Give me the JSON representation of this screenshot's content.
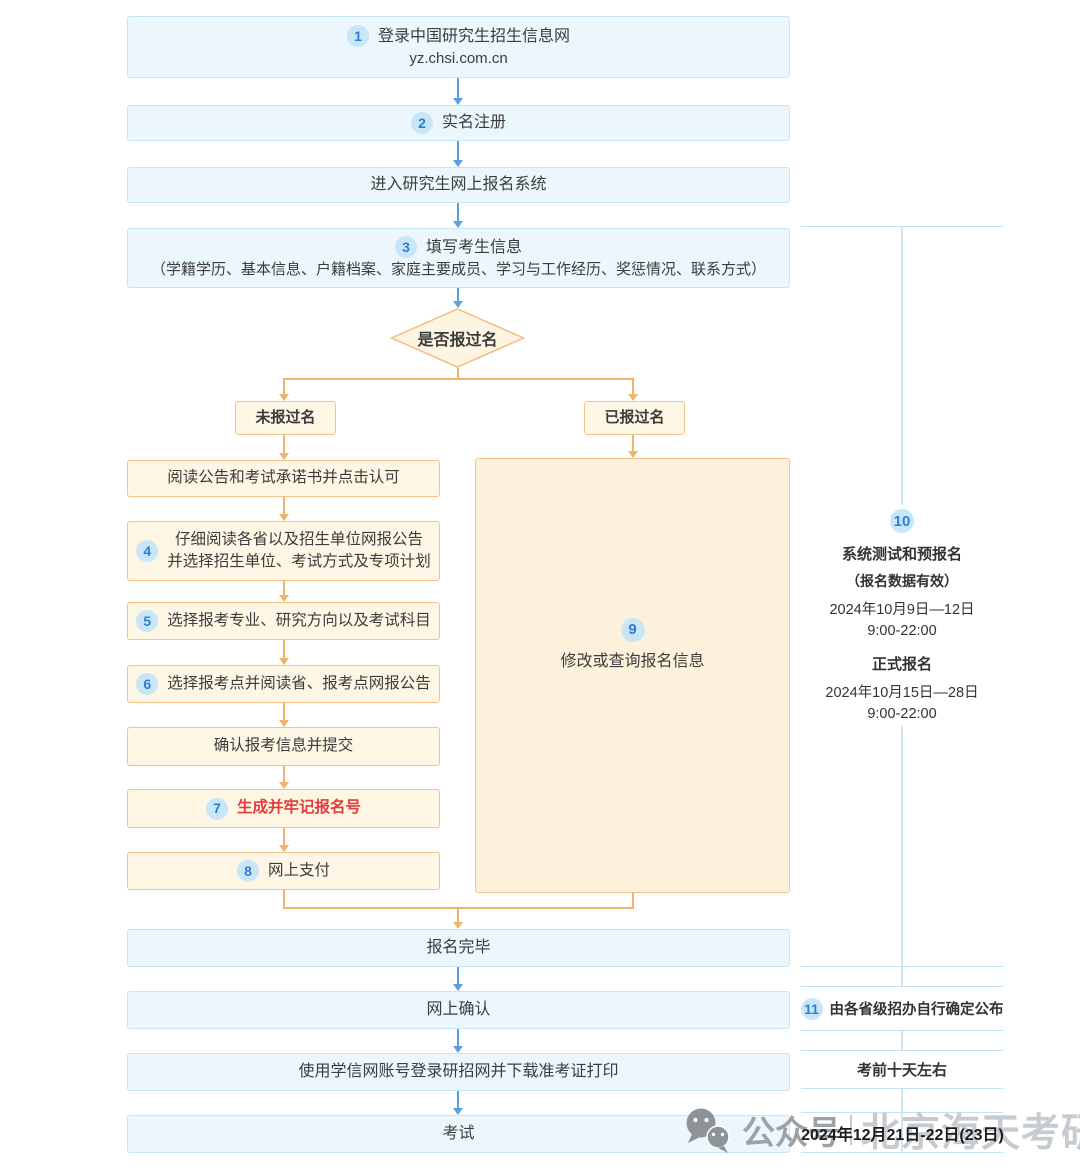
{
  "flow": {
    "top_steps": [
      {
        "badge": "1",
        "label": "登录中国研究生招生信息网",
        "sub": "yz.chsi.com.cn"
      },
      {
        "badge": "2",
        "label": "实名注册"
      },
      {
        "label": "进入研究生网上报名系统"
      },
      {
        "badge": "3",
        "label": "填写考生信息",
        "sub": "（学籍学历、基本信息、户籍档案、家庭主要成员、学习与工作经历、奖惩情况、联系方式）"
      }
    ],
    "decision": {
      "label": "是否报过名"
    },
    "branch_left": {
      "label": "未报过名"
    },
    "branch_right": {
      "label": "已报过名"
    },
    "left_steps": [
      {
        "label": "阅读公告和考试承诺书并点击认可"
      },
      {
        "badge": "4",
        "line1": "仔细阅读各省以及招生单位网报公告",
        "line2": "并选择招生单位、考试方式及专项计划"
      },
      {
        "badge": "5",
        "label": "选择报考专业、研究方向以及考试科目"
      },
      {
        "badge": "6",
        "label": "选择报考点并阅读省、报考点网报公告"
      },
      {
        "label": "确认报考信息并提交"
      },
      {
        "badge": "7",
        "label": "生成并牢记报名号"
      },
      {
        "badge": "8",
        "label": "网上支付"
      }
    ],
    "right_step": {
      "badge": "9",
      "label": "修改或查询报名信息"
    },
    "bottom_steps": [
      {
        "label": "报名完毕"
      },
      {
        "label": "网上确认"
      },
      {
        "label": "使用学信网账号登录研招网并下载准考证打印"
      },
      {
        "label": "考试"
      }
    ]
  },
  "sidebar": {
    "note10": {
      "badge": "10",
      "title": "系统测试和预报名",
      "subtitle": "（报名数据有效）",
      "date1": "2024年10月9日—12日",
      "time1": "9:00-22:00",
      "title2": "正式报名",
      "date2": "2024年10月15日—28日",
      "time2": "9:00-22:00"
    },
    "note11": {
      "badge": "11",
      "label": "由各省级招办自行确定公布"
    },
    "note12": {
      "label": "考前十天左右"
    },
    "note13": {
      "label": "2024年12月21日-22日(23日)"
    }
  },
  "watermark": {
    "text": "公众号",
    "brand": "北京海天考研"
  },
  "colors": {
    "box_blue_bg": "#ecf7fd",
    "box_blue_border": "#c6e6f6",
    "box_cream_bg": "#fdf6e4",
    "box_cream_border": "#f2c48c",
    "arrow_blue": "#5b9fe0",
    "arrow_orange": "#f2b269",
    "badge_bg": "#c9e6f8",
    "badge_text": "#2d7fd0",
    "highlight_red": "#e23c3c",
    "hairline_blue": "#c3e3f4"
  }
}
